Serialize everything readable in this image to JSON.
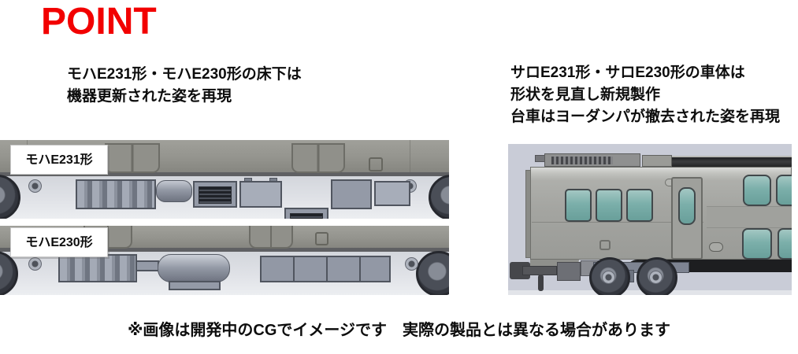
{
  "header": {
    "title": "POINT",
    "title_color": "#f20000"
  },
  "notes": {
    "left": {
      "lines": [
        "モハE231形・モハE230形の床下は",
        "機器更新された姿を再現"
      ]
    },
    "right": {
      "lines": [
        "サロE231形・サロE230形の車体は",
        "形状を見直し新規製作",
        "台車はヨーダンパが撤去された姿を再現"
      ]
    }
  },
  "figures": {
    "left": {
      "labels": [
        {
          "text": "モハE231形"
        },
        {
          "text": "モハE230形"
        }
      ]
    }
  },
  "footer": {
    "note": "※画像は開発中のCGでイメージです　実際の製品とは異なる場合があります"
  },
  "colors": {
    "accent_red": "#f20000",
    "car_body_gray": "#94948e",
    "underfloor_equipment_gray": "#949aa7",
    "window_teal": "#7bafaa",
    "right_figure_bg": "#c9ccd7"
  }
}
